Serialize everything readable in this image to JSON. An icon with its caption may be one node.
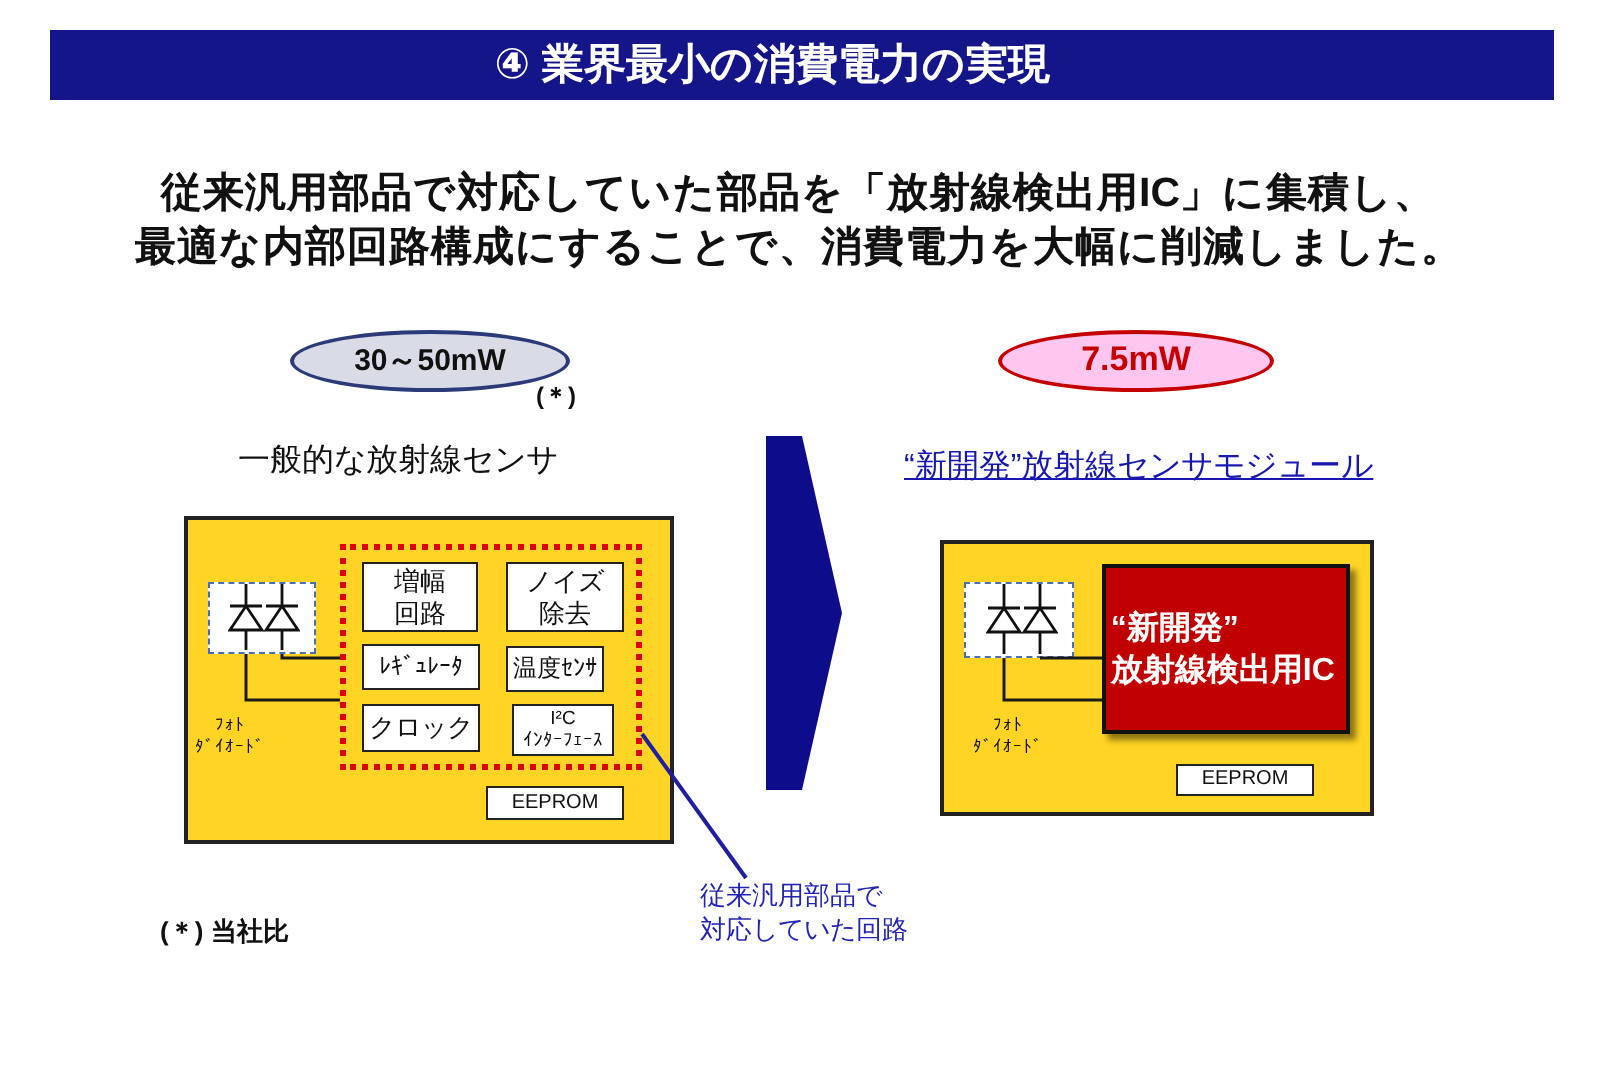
{
  "diagram": {
    "title": "④ 業界最小の消費電力の実現",
    "nodes": [
      {
        "text": [
          "30～50mW"
        ],
        "beside": [
          "(＊)"
        ]
      },
      {
        "text": [
          "一般的な放射線センサ"
        ]
      },
      {
        "text": [],
        "shape": "box",
        "in": 1,
        "beside": [
          "ﾌｫﾄﾀﾞｲｵｰﾄﾞ"
        ]
      },
      {
        "text": [],
        "shape": "box",
        "in": 1
      },
      {
        "text": [
          "増幅回路"
        ],
        "in": 3
      },
      {
        "text": [
          "ノイズ除去"
        ],
        "in": 3
      },
      {
        "text": [
          "ﾚｷﾞｭﾚｰﾀ"
        ],
        "in": 3
      },
      {
        "text": [
          "温度ｾﾝｻ"
        ],
        "in": 3
      },
      {
        "text": [
          "クロック"
        ],
        "in": 3
      },
      {
        "text": [
          "I²Cｲﾝﾀｰﾌｪｰｽ"
        ],
        "in": 3
      },
      {
        "text": [
          "EEPROM"
        ],
        "in": 1
      },
      {
        "text": [
          "従来汎用部品で対応していた回路"
        ]
      },
      {
        "text": [
          "7.5mW"
        ]
      },
      {
        "text": [
          "“新開発”放射線センサモジュール"
        ]
      },
      {
        "text": [],
        "shape": "box",
        "in": 13,
        "beside": [
          "ﾌｫﾄﾀﾞｲｵｰﾄﾞ"
        ]
      },
      {
        "text": [
          "“新開発”放射線検出用IC"
        ],
        "in": 13
      },
      {
        "text": [
          "EEPROM"
        ],
        "in": 13
      }
    ],
    "edges": [
      {
        "from": 2,
        "to": 3,
        "arrow": "none"
      },
      {
        "from": 2,
        "to": 3,
        "arrow": "none"
      },
      {
        "from": 11,
        "to": 3,
        "arrow": "none",
        "color": "#1f1fa0"
      },
      {
        "from": 1,
        "to": 13,
        "arrow": "to",
        "style": "thick",
        "color": "#0d0d8c"
      },
      {
        "from": 14,
        "to": 15,
        "arrow": "none"
      },
      {
        "from": 14,
        "to": 15,
        "arrow": "none"
      }
    ],
    "labels": [
      "従来汎用部品で対応していた部品を「放射線検出用IC」に集積し、最適な内部回路構成にすることで、消費電力を大幅に削減しました。",
      "(＊) 当社比"
    ]
  }
}
